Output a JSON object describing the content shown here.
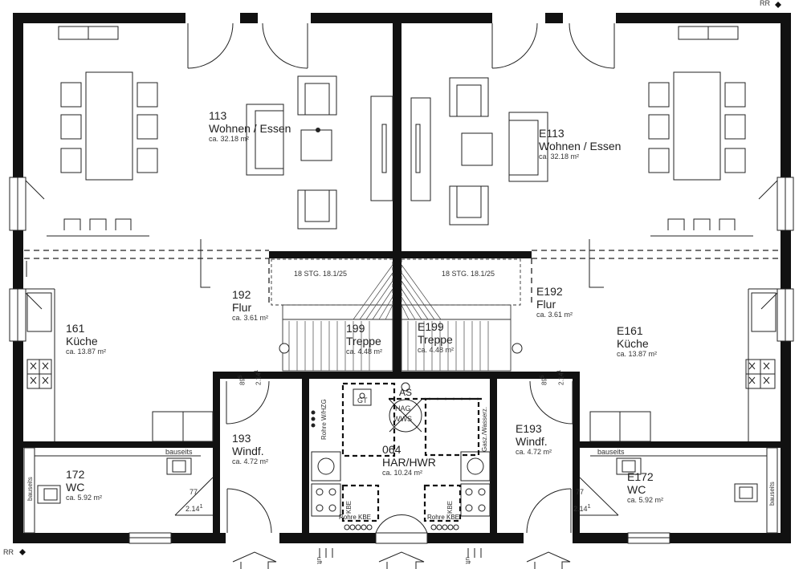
{
  "rooms": [
    {
      "id": "r113",
      "num": "113",
      "name": "Wohnen / Essen",
      "area": "ca. 32.18 m²"
    },
    {
      "id": "rE113",
      "num": "E113",
      "name": "Wohnen / Essen",
      "area": "ca. 32.18 m²"
    },
    {
      "id": "r192",
      "num": "192",
      "name": "Flur",
      "area": "ca. 3.61 m²"
    },
    {
      "id": "rE192",
      "num": "E192",
      "name": "Flur",
      "area": "ca. 3.61 m²"
    },
    {
      "id": "r161",
      "num": "161",
      "name": "Küche",
      "area": "ca. 13.87 m²"
    },
    {
      "id": "rE161",
      "num": "E161",
      "name": "Küche",
      "area": "ca. 13.87 m²"
    },
    {
      "id": "r199",
      "num": "199",
      "name": "Treppe",
      "area": "ca. 4.48 m²"
    },
    {
      "id": "rE199",
      "num": "E199",
      "name": "Treppe",
      "area": "ca. 4.48 m²"
    },
    {
      "id": "r193",
      "num": "193",
      "name": "Windf.",
      "area": "ca. 4.72 m²"
    },
    {
      "id": "rE193",
      "num": "E193",
      "name": "Windf.",
      "area": "ca. 4.72 m²"
    },
    {
      "id": "r172",
      "num": "172",
      "name": "WC",
      "area": "ca. 5.92 m²"
    },
    {
      "id": "rE172",
      "num": "E172",
      "name": "WC",
      "area": "ca. 5.92 m²"
    },
    {
      "id": "r064",
      "num": "064",
      "name": "HAR/HWR",
      "area": "ca. 10.24 m²"
    }
  ],
  "annotations": {
    "rr": "RR",
    "stairs": "18 STG. 18.1/25",
    "door_89": "89",
    "door_89_sup": "5",
    "door_214": "2.14",
    "door_214_sup": "1",
    "door_77": "77",
    "bauseits": "bauseits",
    "rohre_whzg": "Rohre W/HZG",
    "gasz_wasserz": "Gasz./Wasserz.",
    "gt": "GT",
    "as": "AS",
    "hag": "HAG",
    "wws": "WWS",
    "kbe": "KBE",
    "rohre_kbe": "Rohre KBE",
    "luft": "uft"
  }
}
